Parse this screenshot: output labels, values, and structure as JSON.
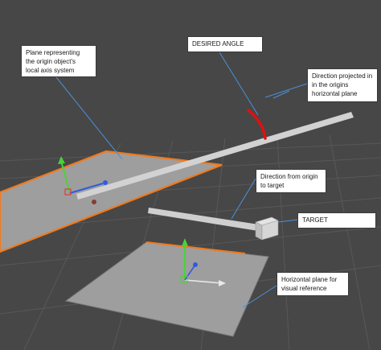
{
  "scene": {
    "background": "#474747",
    "grid_color": "#5a5a5a",
    "plane_fill": "#9d9d9d",
    "plane_outline": "#f07a1e",
    "ray_color": "#d4d4d4",
    "angle_arc_color": "#e01010",
    "leader_color": "#4a90d9",
    "axis_colors": {
      "x": "#e03c3c",
      "y": "#48d33a",
      "z": "#2f5be0"
    }
  },
  "callouts": {
    "origin_plane": "Plane representing\nthe origin object's\nlocal axis system",
    "desired_angle": "DESIRED ANGLE",
    "projected_direction": "Direction projected in\nin the origins\nhorizontal plane",
    "direction_to_target": "Direction from origin\nto target",
    "target": "TARGET",
    "horizontal_plane": "Horizontal plane for\nvisual reference"
  }
}
